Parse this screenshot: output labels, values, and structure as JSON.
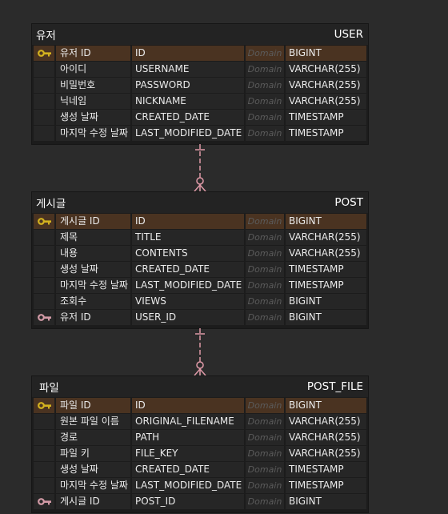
{
  "tables": [
    {
      "title": "유저",
      "name": "USER",
      "rows": [
        {
          "label": "유저 ID",
          "column": "ID",
          "domain": "Domain",
          "type": "BIGINT",
          "key": "pk"
        },
        {
          "label": "아이디",
          "column": "USERNAME",
          "domain": "Domain",
          "type": "VARCHAR(255)",
          "key": ""
        },
        {
          "label": "비밀번호",
          "column": "PASSWORD",
          "domain": "Domain",
          "type": "VARCHAR(255)",
          "key": ""
        },
        {
          "label": "닉네임",
          "column": "NICKNAME",
          "domain": "Domain",
          "type": "VARCHAR(255)",
          "key": ""
        },
        {
          "label": "생성 날짜",
          "column": "CREATED_DATE",
          "domain": "Domain",
          "type": "TIMESTAMP",
          "key": ""
        },
        {
          "label": "마지막 수정 날짜",
          "column": "LAST_MODIFIED_DATE",
          "domain": "Domain",
          "type": "TIMESTAMP",
          "key": ""
        }
      ]
    },
    {
      "title": "게시글",
      "name": "POST",
      "rows": [
        {
          "label": "게시글 ID",
          "column": "ID",
          "domain": "Domain",
          "type": "BIGINT",
          "key": "pk"
        },
        {
          "label": "제목",
          "column": "TITLE",
          "domain": "Domain",
          "type": "VARCHAR(255)",
          "key": ""
        },
        {
          "label": "내용",
          "column": "CONTENTS",
          "domain": "Domain",
          "type": "VARCHAR(255)",
          "key": ""
        },
        {
          "label": "생성 날짜",
          "column": "CREATED_DATE",
          "domain": "Domain",
          "type": "TIMESTAMP",
          "key": ""
        },
        {
          "label": "마지막 수정 날짜",
          "column": "LAST_MODIFIED_DATE",
          "domain": "Domain",
          "type": "TIMESTAMP",
          "key": ""
        },
        {
          "label": "조회수",
          "column": "VIEWS",
          "domain": "Domain",
          "type": "BIGINT",
          "key": ""
        },
        {
          "label": "유저 ID",
          "column": "USER_ID",
          "domain": "Domain",
          "type": "BIGINT",
          "key": "fk"
        }
      ]
    },
    {
      "title": "파일",
      "name": "POST_FILE",
      "rows": [
        {
          "label": "파일 ID",
          "column": "ID",
          "domain": "Domain",
          "type": "BIGINT",
          "key": "pk"
        },
        {
          "label": "원본 파일 이름",
          "column": "ORIGINAL_FILENAME",
          "domain": "Domain",
          "type": "VARCHAR(255)",
          "key": ""
        },
        {
          "label": "경로",
          "column": "PATH",
          "domain": "Domain",
          "type": "VARCHAR(255)",
          "key": ""
        },
        {
          "label": "파일 키",
          "column": "FILE_KEY",
          "domain": "Domain",
          "type": "VARCHAR(255)",
          "key": ""
        },
        {
          "label": "생성 날짜",
          "column": "CREATED_DATE",
          "domain": "Domain",
          "type": "TIMESTAMP",
          "key": ""
        },
        {
          "label": "마지막 수정 날짜",
          "column": "LAST_MODIFIED_DATE",
          "domain": "Domain",
          "type": "TIMESTAMP",
          "key": ""
        },
        {
          "label": "게시글 ID",
          "column": "POST_ID",
          "domain": "Domain",
          "type": "BIGINT",
          "key": "fk"
        }
      ]
    }
  ],
  "relationships": [
    {
      "from": "USER",
      "to": "POST",
      "cardinality": "one-to-zero-or-many"
    },
    {
      "from": "POST",
      "to": "POST_FILE",
      "cardinality": "one-to-zero-or-many"
    }
  ],
  "colors": {
    "background": "#2b2b2b",
    "primary_key_row": "#4a3321",
    "primary_key_icon": "#d4b21f",
    "foreign_key_icon": "#d29aa6",
    "relationship_line": "#e09aa8"
  }
}
